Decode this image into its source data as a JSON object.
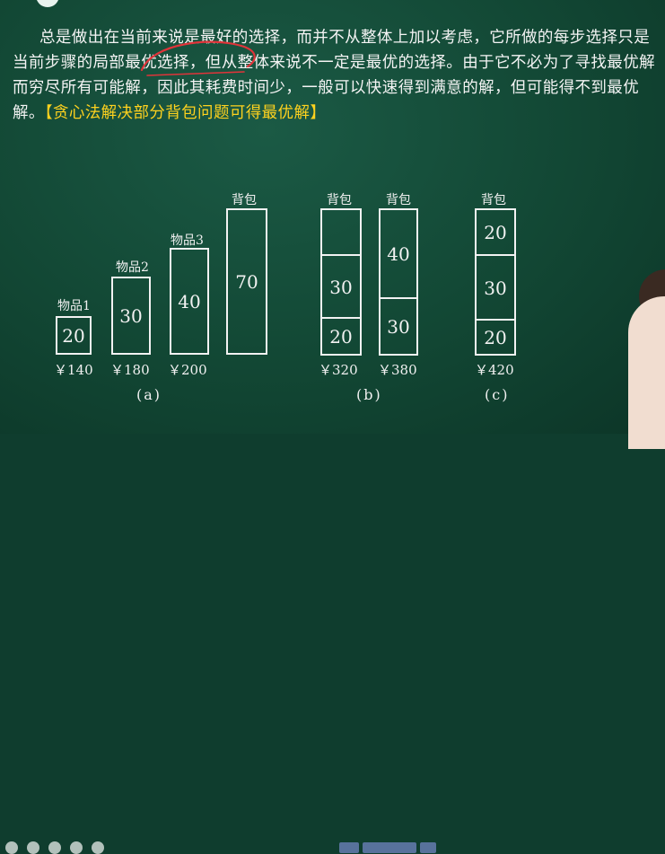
{
  "paragraph": {
    "part1": "总是做出在当前来说是最好的选择，而并不从整体上加以考虑，它所做的每步选择只是当前步骤的",
    "marked": "局部最优选择",
    "part2": "，但从整体来说不一定是最优的选择。由于它不必为了寻找最优解而穷尽所有可能解，因此其耗费时间少，一般可以快速得到满意的解，但可能得不到最优解。",
    "highlight": "【贪心法解决部分背包问题可得最优解】"
  },
  "colors": {
    "board": "#124734",
    "text": "#f4f4f4",
    "highlight": "#ffd21e",
    "annotation": "#e0343a"
  },
  "diagram": {
    "a": {
      "items": [
        {
          "label": "物品1",
          "value": "20",
          "price": "￥140"
        },
        {
          "label": "物品2",
          "value": "30",
          "price": "￥180"
        },
        {
          "label": "物品3",
          "value": "40",
          "price": "￥200"
        }
      ],
      "knapsack": {
        "label": "背包",
        "value": "70"
      },
      "caption": "(a)"
    },
    "b": {
      "packs": [
        {
          "label": "背包",
          "cells": [
            "",
            "30",
            "20"
          ],
          "price": "￥320"
        },
        {
          "label": "背包",
          "cells": [
            "40",
            "30"
          ],
          "price": "￥380"
        }
      ],
      "caption": "(b)"
    },
    "c": {
      "packs": [
        {
          "label": "背包",
          "cells": [
            "20",
            "30",
            "20"
          ],
          "price": "￥420"
        }
      ],
      "caption": "(c)"
    }
  }
}
